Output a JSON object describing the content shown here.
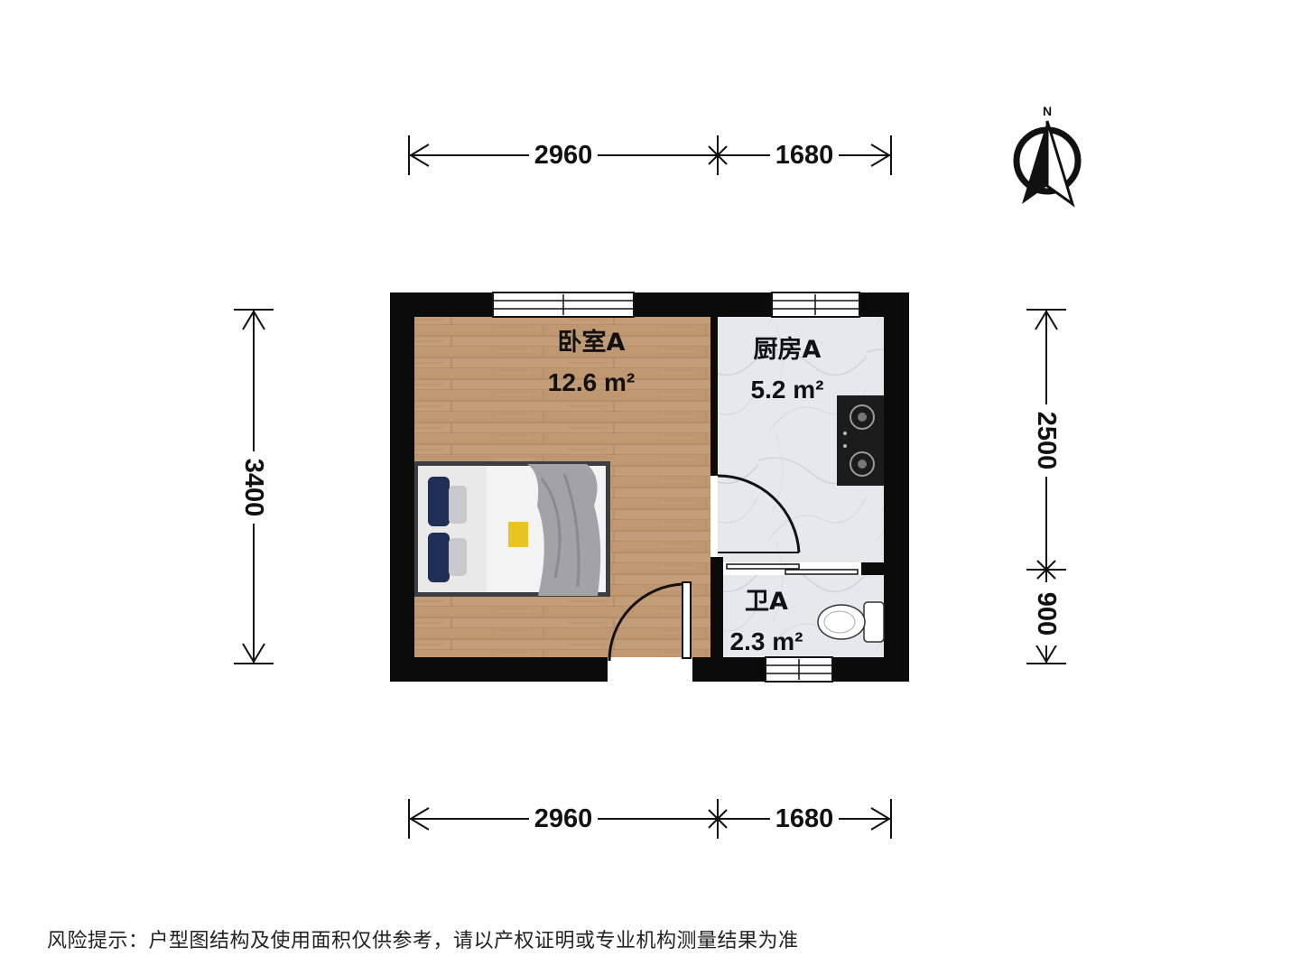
{
  "dimensions": {
    "top": [
      "2960",
      "1680"
    ],
    "bottom": [
      "2960",
      "1680"
    ],
    "left": [
      "3400"
    ],
    "right": [
      "2500",
      "900"
    ]
  },
  "compass": {
    "label": "N"
  },
  "rooms": [
    {
      "name": "卧室A",
      "area": "12.6 m²",
      "floor": "wood"
    },
    {
      "name": "厨房A",
      "area": "5.2 m²",
      "floor": "marble"
    },
    {
      "name": "卫A",
      "area": "2.3 m²",
      "floor": "marble"
    }
  ],
  "disclaimer": "风险提示：户型图结构及使用面积仅供参考，请以产权证明或专业机构测量结果为准",
  "colors": {
    "wall": "#0b0b0b",
    "wood": "#c29c76",
    "marble": "#e6e7e8"
  }
}
